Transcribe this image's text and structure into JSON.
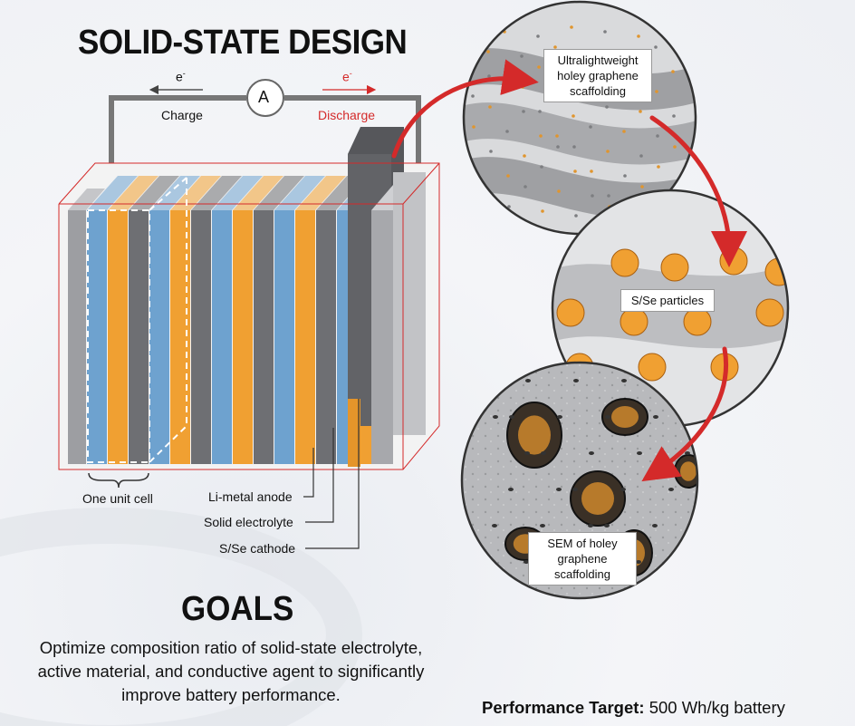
{
  "title": "SOLID-STATE DESIGN",
  "circuit": {
    "electron_left": "e",
    "electron_right": "e",
    "electron_sup": "-",
    "ammeter": "A",
    "charge": "Charge",
    "discharge": "Discharge"
  },
  "labels": {
    "unit_cell": "One unit cell",
    "anode": "Li-metal anode",
    "electrolyte": "Solid electrolyte",
    "cathode": "S/Se cathode"
  },
  "callouts": {
    "scaffold": "Ultralightweight holey graphene scaffolding",
    "particles": "S/Se particles",
    "sem": "SEM of holey graphene scaffolding"
  },
  "goals": {
    "title": "GOALS",
    "text": "Optimize composition ratio of solid-state electrolyte, active material, and conductive agent to significantly improve battery performance."
  },
  "performance": {
    "label": "Performance Target:",
    "value": " 500 Wh/kg battery"
  },
  "colors": {
    "electrolyte_blue": "#6ea2cf",
    "cathode_orange": "#f0a032",
    "anode_gray": "#6e6f73",
    "accent_red": "#d42a2a"
  }
}
